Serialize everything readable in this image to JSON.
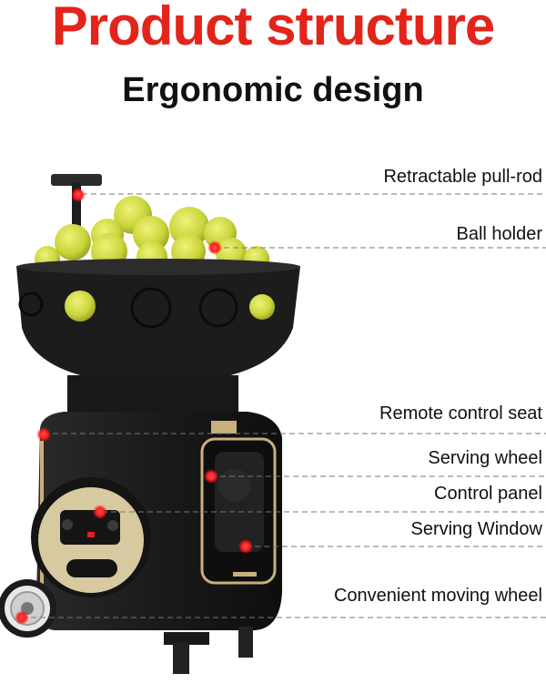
{
  "header": {
    "title": "Product structure",
    "subtitle": "Ergonomic design"
  },
  "callouts": [
    {
      "id": "pull-rod",
      "label": "Retractable pull-rod"
    },
    {
      "id": "ball-holder",
      "label": "Ball holder"
    },
    {
      "id": "remote-seat",
      "label": "Remote control seat"
    },
    {
      "id": "serving-wheel",
      "label": "Serving wheel"
    },
    {
      "id": "control-panel",
      "label": "Control panel"
    },
    {
      "id": "serving-window",
      "label": "Serving Window"
    },
    {
      "id": "moving-wheel",
      "label": "Convenient moving wheel"
    }
  ],
  "colors": {
    "title": "#e3241b",
    "body": "#1a1a1a",
    "ball": "#d6e04a",
    "accent_gold": "#c8b07a",
    "marker": "#ff2020"
  }
}
